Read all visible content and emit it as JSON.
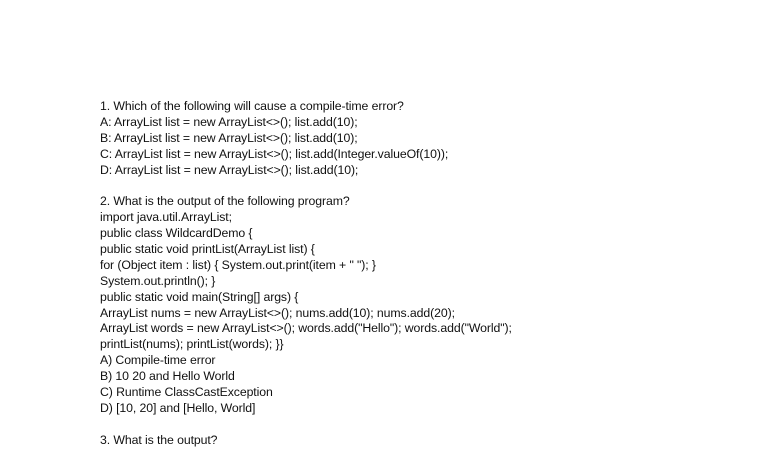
{
  "questions": [
    {
      "title": "1. Which of the following will cause a compile-time error?",
      "lines": [
        "A: ArrayList list = new ArrayList<>(); list.add(10);",
        "B: ArrayList list = new ArrayList<>(); list.add(10);",
        "C: ArrayList list = new ArrayList<>(); list.add(Integer.valueOf(10));",
        "D: ArrayList list = new ArrayList<>(); list.add(10);"
      ]
    },
    {
      "title": "2. What is the output of the following program?",
      "lines": [
        "import java.util.ArrayList;",
        "public class WildcardDemo {",
        "public static void printList(ArrayList list) {",
        "for (Object item : list) { System.out.print(item + \" \"); }",
        "System.out.println(); }",
        "public static void main(String[] args) {",
        "ArrayList nums = new ArrayList<>(); nums.add(10); nums.add(20);",
        "ArrayList words = new ArrayList<>(); words.add(\"Hello\"); words.add(\"World\");",
        "printList(nums); printList(words); }}",
        "A) Compile-time error",
        "B) 10 20 and Hello World",
        "C) Runtime ClassCastException",
        "D) [10, 20] and [Hello, World]"
      ]
    },
    {
      "title": "3. What is the output?",
      "lines": []
    }
  ]
}
